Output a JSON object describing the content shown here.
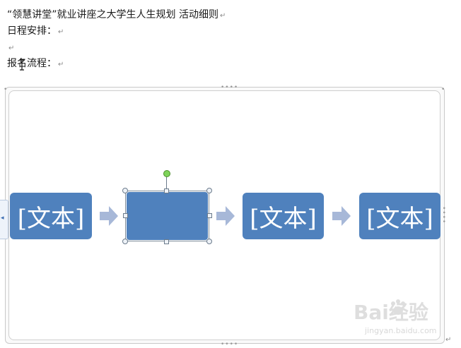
{
  "document": {
    "line1": "“领慧讲堂”就业讲座之大学生人生规划   活动细则",
    "line2": "日程安排：",
    "line3": "",
    "line4": "报名流程：",
    "paragraph_mark": "↵"
  },
  "smartart": {
    "boxes": [
      {
        "label": "[文本]"
      },
      {
        "label": ""
      },
      {
        "label": "[文本]"
      },
      {
        "label": "[文本]"
      }
    ],
    "colors": {
      "box_fill": "#4f81bd",
      "arrow_fill": "#a7b8d8",
      "rotation_handle": "#7ed35a"
    },
    "selected_box_index": 1
  },
  "watermark": {
    "brand": "Bai经验",
    "url": "jingyan.baidu.com"
  },
  "icons": {
    "expand_panel": "chevron-left-icon",
    "text_cursor": "ibeam-cursor-icon"
  }
}
